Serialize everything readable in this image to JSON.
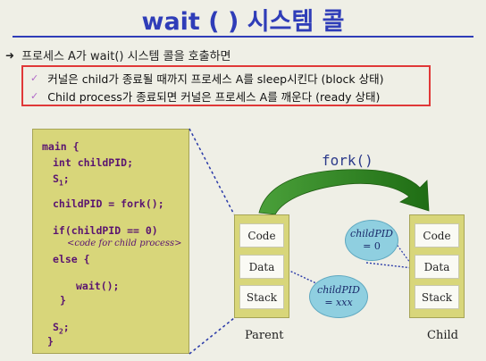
{
  "title": "wait ( ) 시스템 콜",
  "bullet": "프로세스 A가 wait() 시스템 콜을 호출하면",
  "subitems": [
    "커널은 child가 종료될 때까지 프로세스 A를 sleep시킨다 (block 상태)",
    "Child process가 종료되면 커널은 프로세스 A를 깨운다 (ready 상태)"
  ],
  "code": {
    "line1": "main {",
    "line2": "int childPID;",
    "line3_s": "S",
    "line3_sub": "1",
    "line3_end": ";",
    "line4": "childPID = fork();",
    "line5": "if(childPID == 0)",
    "comment": "<code for child process>",
    "line6": "else {",
    "line7": "wait();",
    "line8": "}",
    "line9_s": "S",
    "line9_sub": "2",
    "line9_end": ";",
    "line10": "}"
  },
  "fork_label": "fork()",
  "parent": {
    "label": "Parent",
    "segments": [
      "Code",
      "Data",
      "Stack"
    ]
  },
  "child": {
    "label": "Child",
    "segments": [
      "Code",
      "Data",
      "Stack"
    ]
  },
  "bubble_child": {
    "name": "childPID",
    "value": "= 0"
  },
  "bubble_parent": {
    "name": "childPID",
    "value": "= xxx"
  },
  "colors": {
    "title": "#2f3db8",
    "panel": "#d8d67a",
    "arrow": "#2e8a1e",
    "highlight_box": "#e03838",
    "bubble": "#8fcfe0",
    "dashed_line": "#2a3aa8"
  }
}
